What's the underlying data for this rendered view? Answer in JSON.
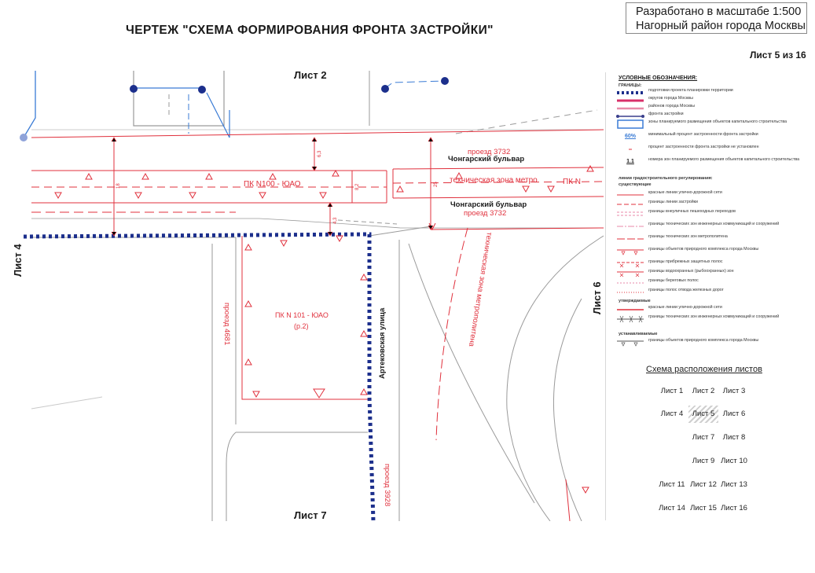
{
  "header": {
    "title": "ЧЕРТЕЖ \"СХЕМА ФОРМИРОВАНИЯ ФРОНТА ЗАСТРОЙКИ\"",
    "scale_line1": "Разработано в масштабе 1:500",
    "scale_line2": "Нагорный район города Москвы",
    "sheet_number": "Лист 5 из 16"
  },
  "map": {
    "adjacent": {
      "top": "Лист 2",
      "left": "Лист 4",
      "right": "Лист 6",
      "bottom": "Лист 7"
    },
    "streets": {
      "chongarsky_1": "Чонгарский бульвар",
      "chongarsky_2": "Чонгарский бульвар",
      "artekovskaya": "Артековская улица"
    },
    "labels": {
      "proezd_3732_a": "проезд 3732",
      "proezd_3732_b": "проезд 3732",
      "metro_zone_h": "техническая зона метро",
      "metro_zone_d": "техническая зона метрополитена",
      "pk_100": "ПК N100 - ЮАО",
      "pk_n": "ПК N",
      "pk_101": "ПК N 101 - ЮАО",
      "pk_101_sub": "(р.2)",
      "proezd_4681": "проезд 4681",
      "proezd_3928": "проезд 3928"
    },
    "colors": {
      "red_line": "#e0303c",
      "front_line": "#1c2f8c",
      "blue_line": "#3a7bd5",
      "grey_line": "#9a9a9a"
    }
  },
  "legend": {
    "title": "УСЛОВНЫЕ ОБОЗНАЧЕНИЯ:",
    "section_1": "ГРАНИЦЫ:",
    "items_1": [
      "подготовки проекта планировки территории",
      "округов города Москвы",
      "районов города Москвы",
      "фронта застройки",
      "зоны планируемого размещения объектов капитального строительства",
      "минимальный процент застроенности фронта застройки",
      "процент застроенности фронта застройки не установлен",
      "номера зон планируемого размещения объектов капитального строительства"
    ],
    "pct_symbol": "60%",
    "num_symbol": "1.1",
    "section_2": "линии градостроительного регулирования:",
    "sub_existing": "существующие",
    "items_2": [
      "красные линии улично-дорожной сети",
      "границы линии застройки",
      "границы внеуличных пешеходных переходов",
      "границы технических зон инженерных коммуникаций и сооружений",
      "границы технических зон метрополитена",
      "границы объектов природного комплекса города Москвы",
      "границы прибрежных защитных полос",
      "границы водоохранных (рыбоохранных) зон",
      "границы береговых полос",
      "границы полос отвода железных дорог"
    ],
    "sub_approved": "утверждаемые",
    "items_3": [
      "красные линии улично-дорожной сети",
      "границы технических зон инженерных коммуникаций и сооружений"
    ],
    "sub_cancelled": "устанавливаемые",
    "items_4": [
      "границы объектов природного комплекса города Москвы"
    ]
  },
  "layout_scheme": {
    "title": "Схема расположения листов",
    "cells": [
      "Лист 1",
      "Лист 2",
      "Лист 3",
      "Лист 4",
      "Лист 5",
      "Лист 6",
      "Лист 7",
      "Лист 8",
      "Лист 9",
      "Лист 10",
      "Лист 11",
      "Лист 12",
      "Лист 13",
      "Лист 14",
      "Лист 15",
      "Лист 16"
    ],
    "current": "Лист 5"
  }
}
